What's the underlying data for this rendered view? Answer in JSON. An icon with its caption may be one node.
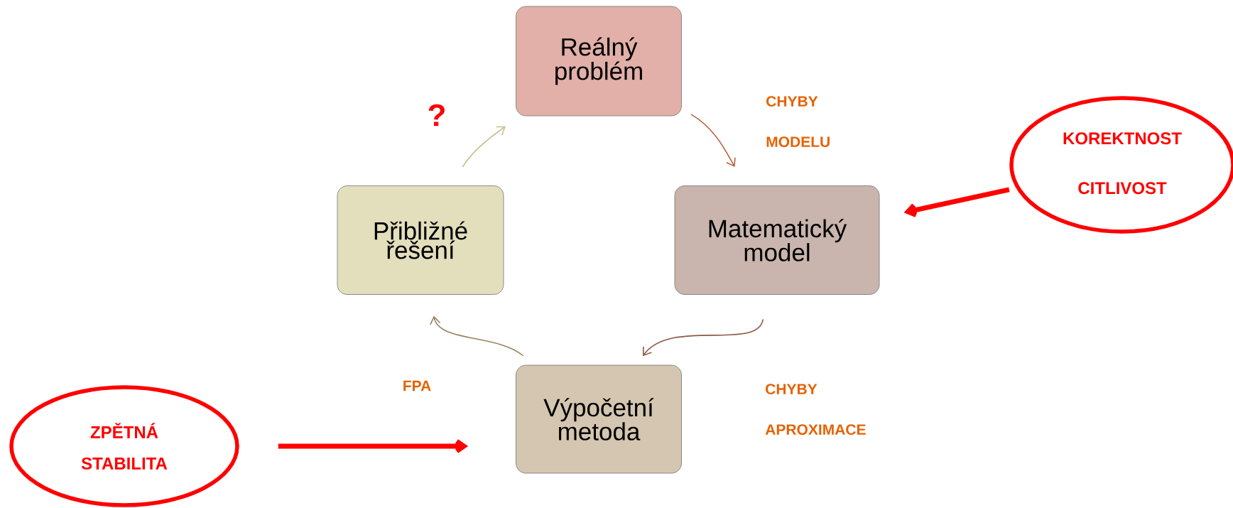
{
  "diagram": {
    "nodes": [
      {
        "text": [
          "Reálný problém"
        ]
      },
      {
        "text": [
          "Matematický model"
        ]
      },
      {
        "text": [
          "Výpočetní metoda"
        ]
      },
      {
        "text": [
          "Přibližné řešení"
        ]
      },
      {
        "text": [
          "KOREKTNOST",
          "CITLIVOST"
        ]
      },
      {
        "text": [
          "ZPĚTNÁ STABILITA"
        ]
      }
    ],
    "edges": [
      {
        "from": 0,
        "to": 1,
        "arrow": "to",
        "label": "CHYBY MODELU",
        "color": "#b5603f"
      },
      {
        "from": 1,
        "to": 2,
        "arrow": "to",
        "label": "CHYBY APROXIMACE",
        "color": "#8a5a45"
      },
      {
        "from": 2,
        "to": 3,
        "arrow": "to",
        "label": "FPA",
        "color": "#9a8060"
      },
      {
        "from": 3,
        "to": 0,
        "arrow": "to",
        "label": "?",
        "color": "#c8c090"
      },
      {
        "from": 4,
        "to": 1,
        "arrow": "to",
        "style": "thick",
        "color": "#ff0000"
      },
      {
        "from": 5,
        "to": 2,
        "arrow": "to",
        "style": "thick",
        "color": "#ff0000"
      }
    ]
  }
}
